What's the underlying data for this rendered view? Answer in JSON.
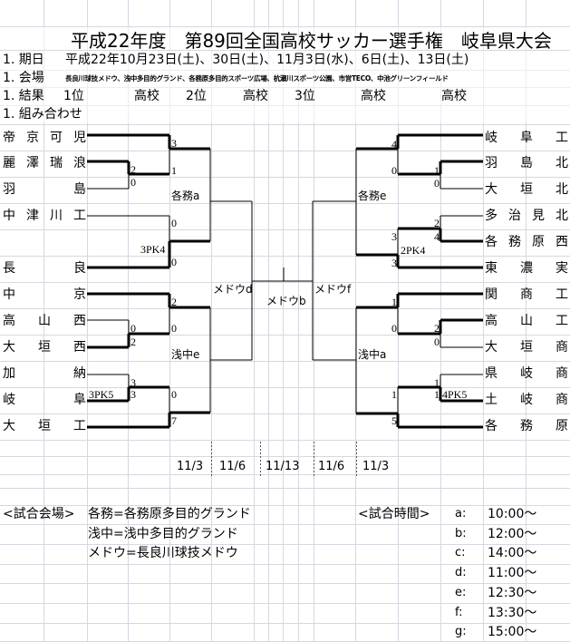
{
  "title": "平成22年度　第89回全国高校サッカー選手権　岐阜県大会",
  "info": {
    "period_label": "1. 期日",
    "period_value": "平成22年10月23日(土)、30日(土)、11月3日(水)、6日(土)、13日(土)",
    "venue_label": "1. 会場",
    "venue_value": "長良川球技メドウ、浅中多目的グランド、各務原多目的スポーツ広場、杭瀬川スポーツ公園、市営TECO、中池グリーンフィールド",
    "result_label": "1. 結果",
    "results": [
      "1位",
      "高校",
      "2位",
      "高校",
      "3位",
      "高校",
      "高校"
    ],
    "draw_label": "1. 組み合わせ"
  },
  "left_teams": [
    "帝京可児",
    "麗澤瑞浪",
    "羽島",
    "中津川工",
    "長良",
    "中京",
    "高山西",
    "大垣西",
    "加納",
    "岐阜",
    "大垣工"
  ],
  "right_teams": [
    "岐阜工",
    "羽島北",
    "大垣北",
    "多治見北",
    "各務原西",
    "東濃実",
    "関商工",
    "高山工",
    "大垣商",
    "県岐商",
    "土岐商",
    "各務原"
  ],
  "left_marks": [
    "3",
    "1",
    "2",
    "0",
    "各務a",
    "0",
    "3PK4",
    "0",
    "メドウd",
    "2",
    "0",
    "0",
    "2",
    "浅中e",
    "3",
    "3PK5",
    "3",
    "0",
    "7"
  ],
  "center_mark": "メドウb",
  "right_marks": [
    "4",
    "0",
    "1",
    "0",
    "各務e",
    "2",
    "3",
    "4",
    "2PK4",
    "3",
    "メドウf",
    "1",
    "0",
    "2",
    "0",
    "浅中a",
    "1",
    "1",
    "1",
    "4PK5",
    "5"
  ],
  "dates": [
    "11/3",
    "11/6",
    "11/13",
    "11/6",
    "11/3"
  ],
  "venues": {
    "label": "<試合会場>",
    "items": [
      "各務=各務原多目的グランド",
      "浅中=浅中多目的グランド",
      "メドウ=長良川球技メドウ"
    ]
  },
  "times": {
    "label": "<試合時間>",
    "items": [
      {
        "key": "a:",
        "time": "10:00〜"
      },
      {
        "key": "b:",
        "time": "12:00〜"
      },
      {
        "key": "c:",
        "time": "14:00〜"
      },
      {
        "key": "d:",
        "time": "11:00〜"
      },
      {
        "key": "e:",
        "time": "12:30〜"
      },
      {
        "key": "f:",
        "time": "13:30〜"
      },
      {
        "key": "g:",
        "time": "15:00〜"
      }
    ]
  },
  "colors": {
    "grid": "#d4d8e0",
    "line": "#000000"
  }
}
